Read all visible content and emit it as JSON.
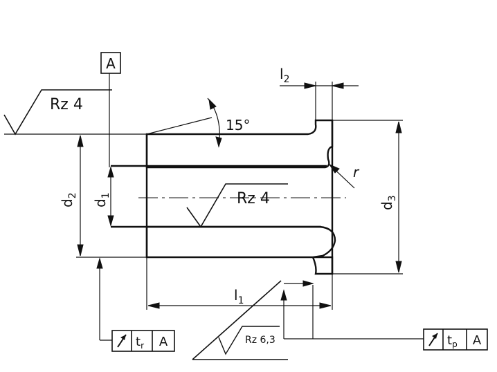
{
  "datum": {
    "letter": "A"
  },
  "labels": {
    "d1": "d",
    "d1_sub": "1",
    "d2": "d",
    "d2_sub": "2",
    "d3": "d",
    "d3_sub": "3",
    "l1": "l",
    "l1_sub": "1",
    "l2": "l",
    "l2_sub": "2",
    "r": "r",
    "angle": "15°"
  },
  "surface_finish": {
    "outer": "Rz 4",
    "bore": "Rz 4",
    "face": "Rz 6,3"
  },
  "tolerance_frames": [
    {
      "symbol": "runout-arrow-icon",
      "value": "t",
      "value_sub": "r",
      "datum": "A"
    },
    {
      "symbol": "runout-arrow-icon",
      "value": "t",
      "value_sub": "p",
      "datum": "A"
    }
  ]
}
